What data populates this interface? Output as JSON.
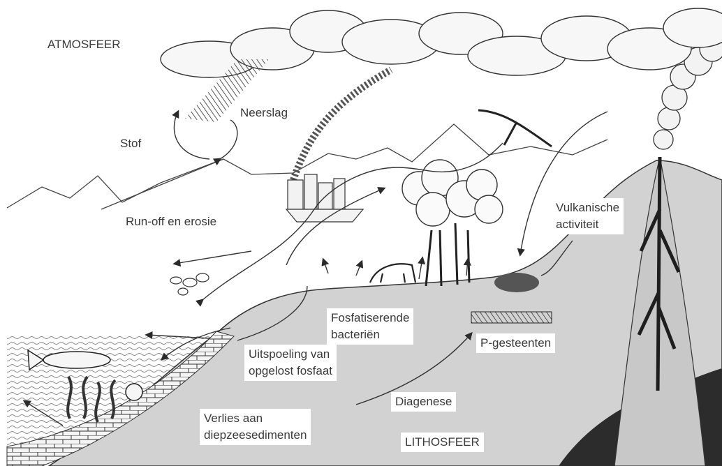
{
  "labels": {
    "atmosfeer": "ATMOSFEER",
    "neerslag": "Neerslag",
    "stof": "Stof",
    "runoff": "Run-off en erosie",
    "vulkanisch_1": "Vulkanische",
    "vulkanisch_2": "activiteit",
    "fosfatiserend_1": "Fosfatiserende",
    "fosfatiserend_2": "bacteriën",
    "pgesteenten": "P-gesteenten",
    "uitspoeling_1": "Uitspoeling van",
    "uitspoeling_2": "opgelost fosfaat",
    "diagenese": "Diagenese",
    "verlies_1": "Verlies aan",
    "verlies_2": "diepzeesedimenten",
    "lithosfeer": "LITHOSFEER"
  }
}
